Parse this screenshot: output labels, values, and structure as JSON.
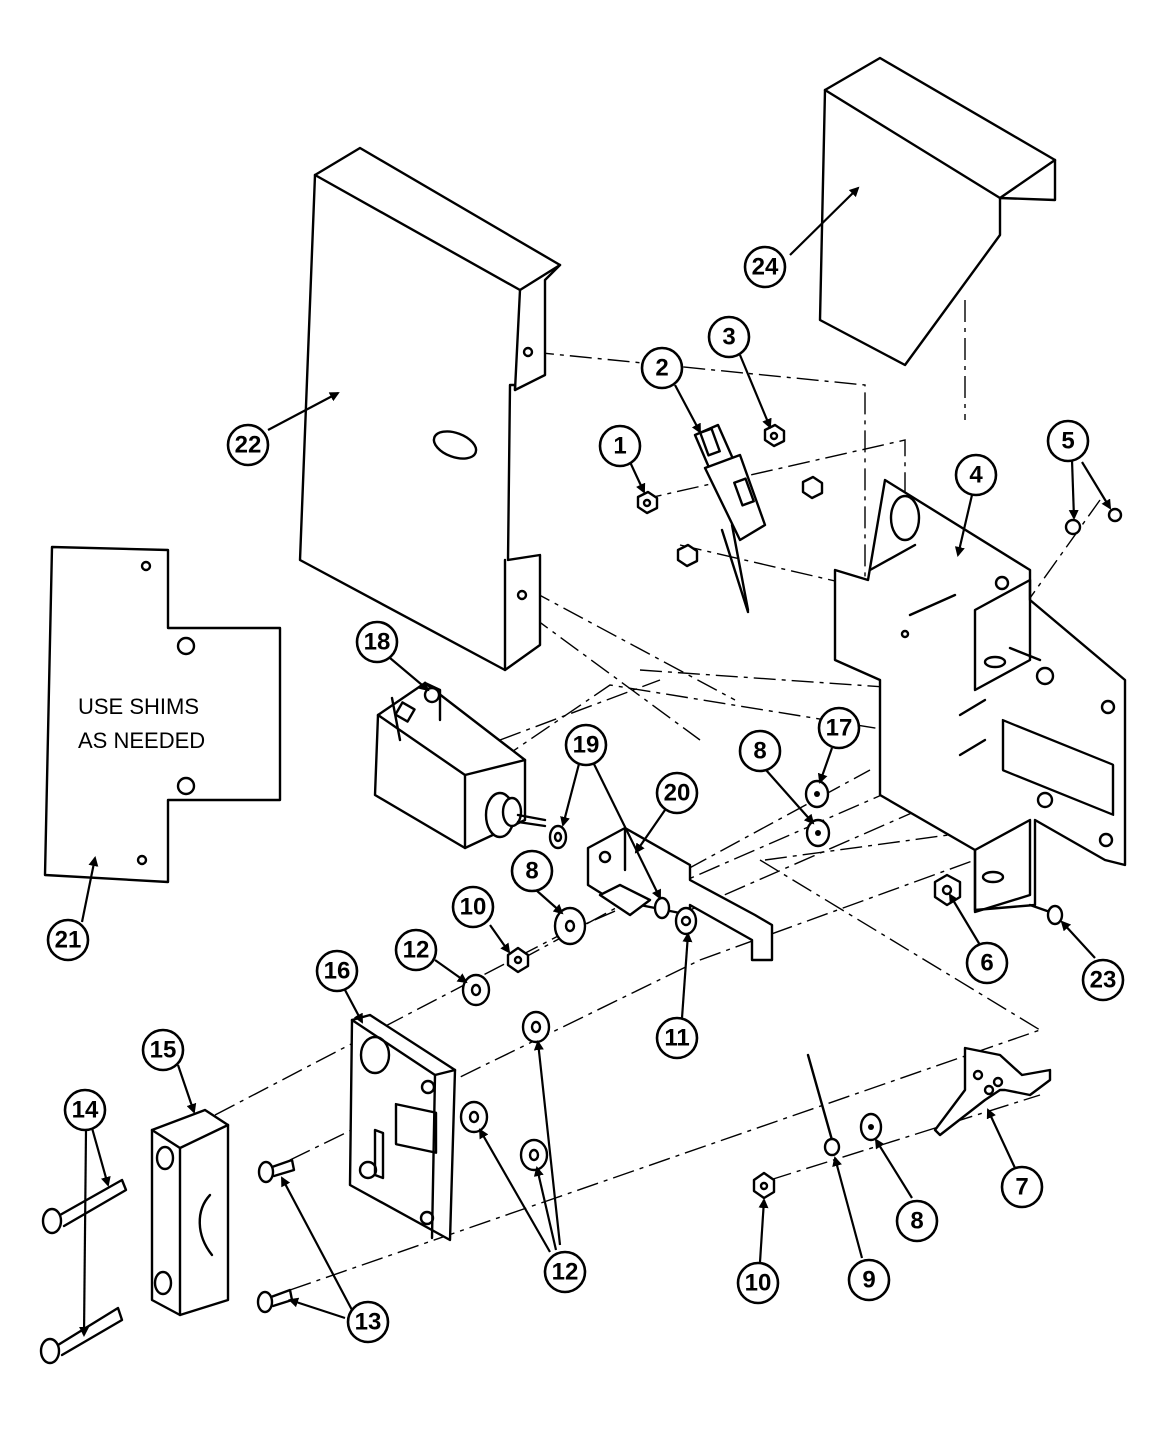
{
  "note": {
    "line1": "USE SHIMS",
    "line2": "AS NEEDED"
  },
  "callouts": {
    "c1": "1",
    "c2": "2",
    "c3": "3",
    "c4": "4",
    "c5": "5",
    "c6": "6",
    "c7": "7",
    "c8a": "8",
    "c8b": "8",
    "c8c": "8",
    "c9": "9",
    "c10a": "10",
    "c10b": "10",
    "c11": "11",
    "c12a": "12",
    "c12b": "12",
    "c13": "13",
    "c14": "14",
    "c15": "15",
    "c16": "16",
    "c17": "17",
    "c18": "18",
    "c19": "19",
    "c20": "20",
    "c21": "21",
    "c22": "22",
    "c23": "23",
    "c24": "24"
  }
}
